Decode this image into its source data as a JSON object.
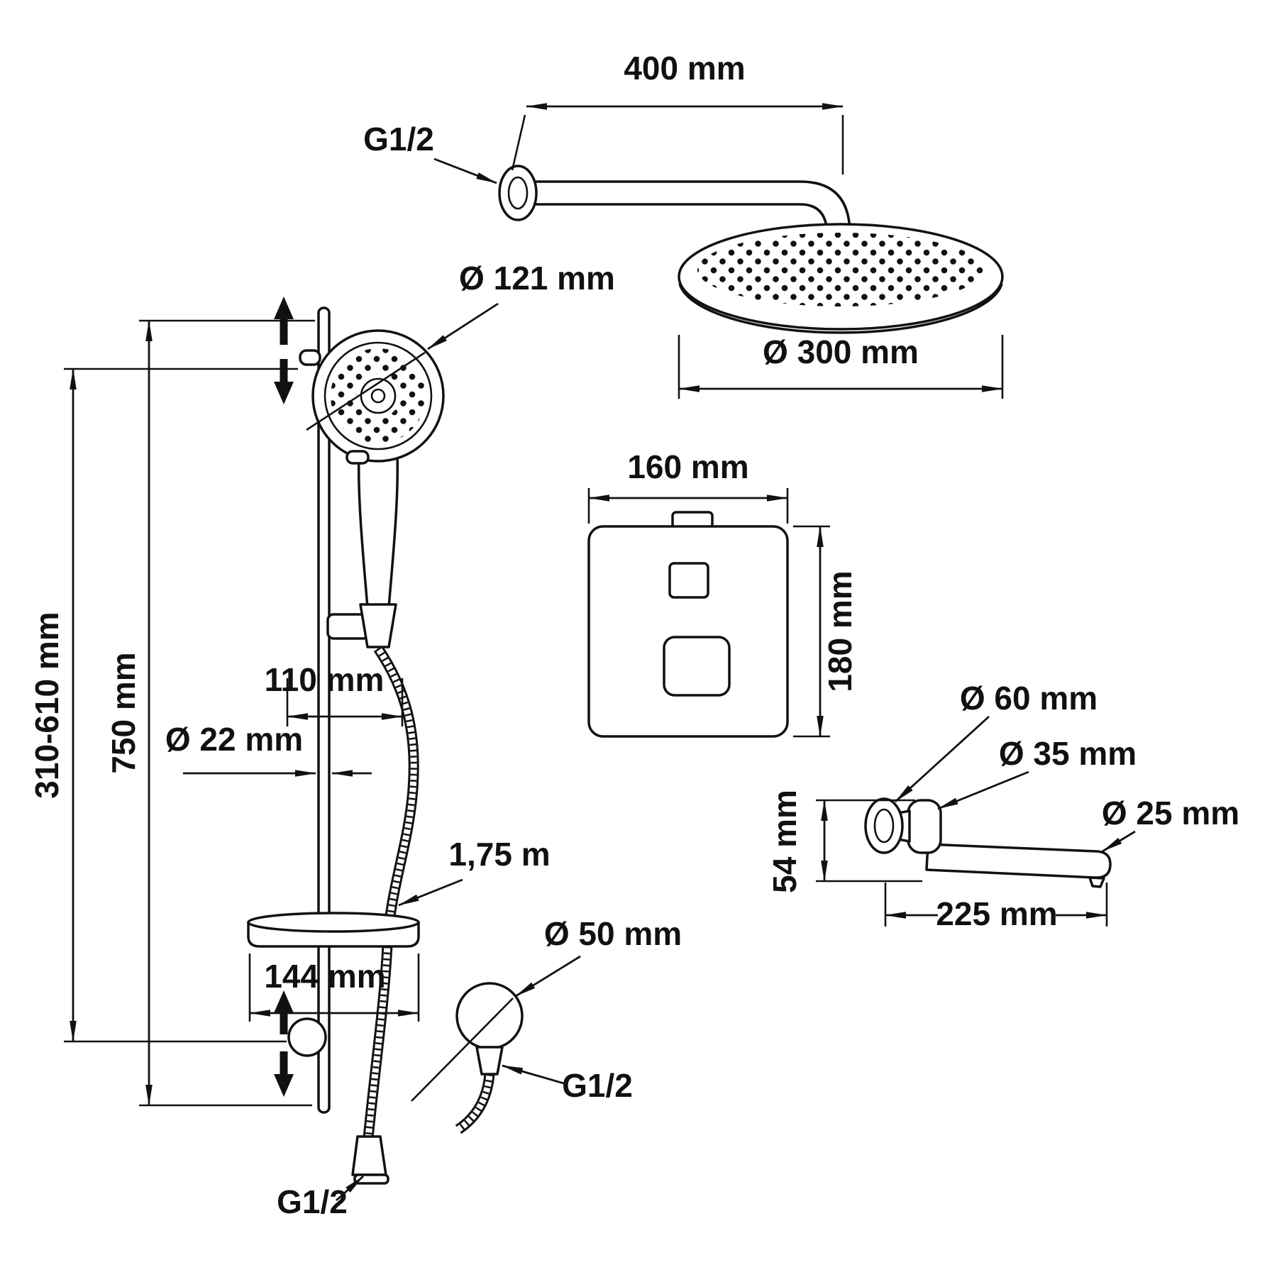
{
  "drawing": {
    "overhead_shower": {
      "arm_length": "400 mm",
      "arm_thread": "G1/2",
      "head_diameter": "Ø 300 mm"
    },
    "hand_shower": {
      "head_diameter": "Ø 121 mm",
      "slider_range": "310-610 mm",
      "rail_length": "750 mm",
      "holder_width": "110 mm",
      "rail_diameter": "Ø 22 mm",
      "hose_length": "1,75 m",
      "shelf_width": "144 mm",
      "hose_thread": "G1/2"
    },
    "wall_outlet": {
      "diameter": "Ø 50 mm",
      "thread": "G1/2"
    },
    "mixer": {
      "width": "160 mm",
      "height": "180 mm"
    },
    "spout": {
      "flange_diameter": "Ø 60 mm",
      "joint_diameter": "Ø 35 mm",
      "tube_diameter": "Ø 25 mm",
      "height": "54 mm",
      "length": "225 mm"
    }
  }
}
